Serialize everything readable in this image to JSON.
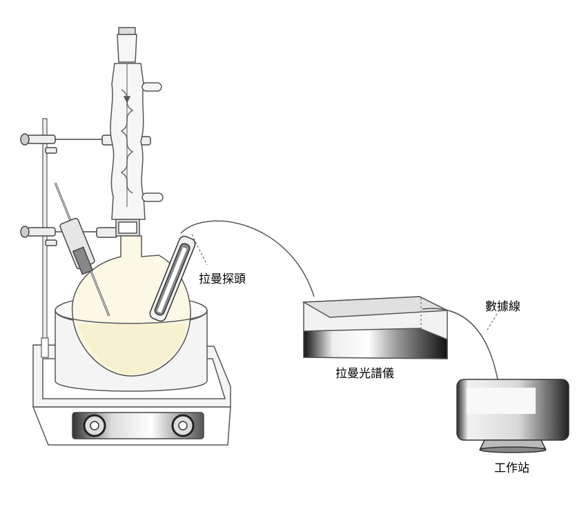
{
  "labels": {
    "raman_probe": "拉曼探頭",
    "raman_spectrometer": "拉曼光譜儀",
    "data_cable": "數據線",
    "workstation": "工作站"
  },
  "colors": {
    "line": "#555555",
    "fill_light": "#f4f4f4",
    "solution": "#fbf8e6"
  }
}
